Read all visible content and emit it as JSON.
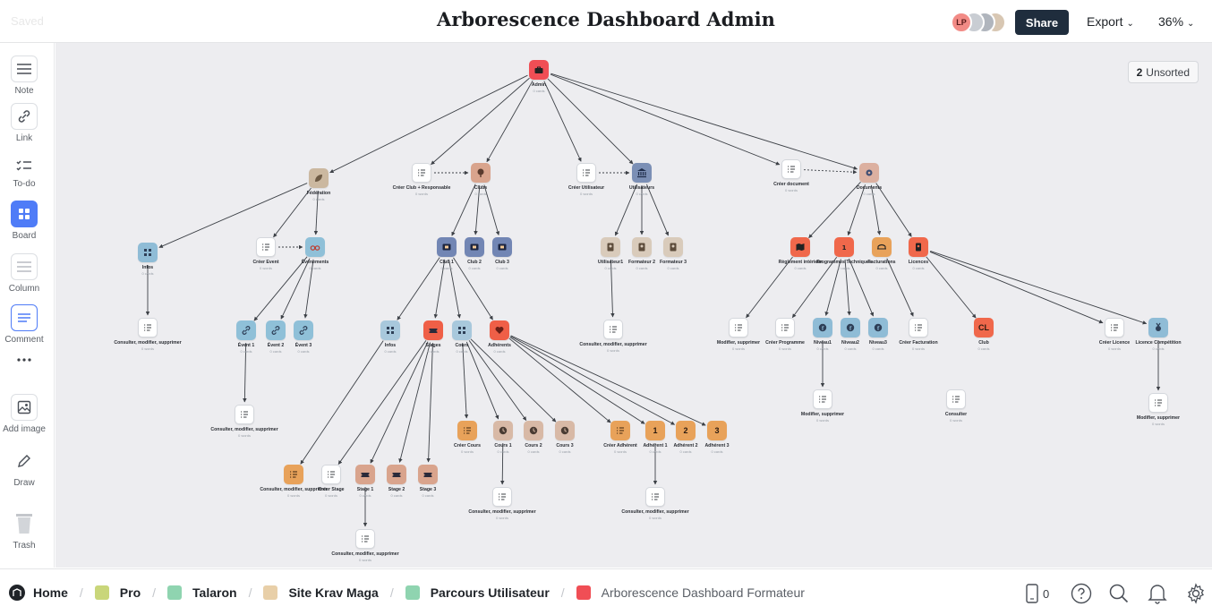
{
  "header": {
    "saved_label": "Saved",
    "title": "Arborescence Dashboard Admin",
    "avatar_initials": "LP",
    "share_label": "Share",
    "export_label": "Export",
    "zoom_label": "36%"
  },
  "toolbar": {
    "note": "Note",
    "link": "Link",
    "todo": "To-do",
    "board": "Board",
    "column": "Column",
    "comment": "Comment",
    "add_image": "Add image",
    "draw": "Draw",
    "trash": "Trash"
  },
  "unsorted": {
    "count": "2",
    "label": "Unsorted"
  },
  "nodes": [
    {
      "id": "admin",
      "label": "Admin",
      "sub": "0 cards",
      "color": "#f04e55",
      "icon": "briefcase"
    },
    {
      "id": "federation",
      "label": "Fédération",
      "sub": "0 cards",
      "color": "#cbb8a0",
      "icon": "leaf"
    },
    {
      "id": "creer_club",
      "label": "Créer Club + Responsable",
      "sub": "0 words",
      "color": "",
      "icon": "doc"
    },
    {
      "id": "clubs",
      "label": "Clubs",
      "sub": "0 cards",
      "color": "#d9a48d",
      "icon": "tree"
    },
    {
      "id": "creer_utilisateur",
      "label": "Créer Utilisateur",
      "sub": "0 words",
      "color": "",
      "icon": "doc"
    },
    {
      "id": "utilisateurs",
      "label": "Utilisateurs",
      "sub": "0 cards",
      "color": "#7b8fb5",
      "icon": "bank"
    },
    {
      "id": "creer_document",
      "label": "Créer document",
      "sub": "0 words",
      "color": "",
      "icon": "doc"
    },
    {
      "id": "documents",
      "label": "Documents",
      "sub": "0 cards",
      "color": "#dcb0a0",
      "icon": "gear"
    },
    {
      "id": "infos_fed",
      "label": "Infos",
      "sub": "0 cards",
      "color": "#8fbcd6",
      "icon": "grid"
    },
    {
      "id": "creer_event",
      "label": "Créer Event",
      "sub": "0 words",
      "color": "",
      "icon": "doc"
    },
    {
      "id": "evenements",
      "label": "Événements",
      "sub": "0 cards",
      "color": "#8fc0d8",
      "icon": "glasses"
    },
    {
      "id": "club1",
      "label": "Club 1",
      "sub": "0 cards",
      "color": "#7286b4",
      "icon": "film"
    },
    {
      "id": "club2",
      "label": "Club 2",
      "sub": "0 cards",
      "color": "#7286b4",
      "icon": "film"
    },
    {
      "id": "club3",
      "label": "Club 3",
      "sub": "0 cards",
      "color": "#7286b4",
      "icon": "film"
    },
    {
      "id": "utilisateur1",
      "label": "Utilisateur1",
      "sub": "0 cards",
      "color": "#d9cbbb",
      "icon": "id"
    },
    {
      "id": "formateur2",
      "label": "Formateur 2",
      "sub": "0 cards",
      "color": "#d9cbbb",
      "icon": "id"
    },
    {
      "id": "formateur3",
      "label": "Formateur 3",
      "sub": "0 cards",
      "color": "#d9cbbb",
      "icon": "id"
    },
    {
      "id": "reglement",
      "label": "Règlement intérieur",
      "sub": "0 cards",
      "color": "#f0684b",
      "icon": "map"
    },
    {
      "id": "programmes",
      "label": "Programmes Techniques",
      "sub": "0 cards",
      "color": "#f0684b",
      "icon": "num"
    },
    {
      "id": "facturations",
      "label": "Facturations",
      "sub": "0 cards",
      "color": "#e8a25a",
      "icon": "bridge"
    },
    {
      "id": "licences",
      "label": "Licences",
      "sub": "0 cards",
      "color": "#f0684b",
      "icon": "badge"
    },
    {
      "id": "consulter_infos_fed",
      "label": "Consulter, modifier, supprimer",
      "sub": "0 words",
      "color": "",
      "icon": "doc"
    },
    {
      "id": "event1",
      "label": "Évent 1",
      "sub": "0 cards",
      "color": "#8fc0d8",
      "icon": "link"
    },
    {
      "id": "event2",
      "label": "Évent 2",
      "sub": "0 cards",
      "color": "#8fc0d8",
      "icon": "link"
    },
    {
      "id": "event3",
      "label": "Évent 3",
      "sub": "0 cards",
      "color": "#8fc0d8",
      "icon": "link"
    },
    {
      "id": "consulter_event1",
      "label": "Consulter, modifier, supprimer",
      "sub": "0 words",
      "color": "",
      "icon": "doc"
    },
    {
      "id": "infos_club",
      "label": "Infos",
      "sub": "0 cards",
      "color": "#a8c8dc",
      "icon": "grid"
    },
    {
      "id": "stages",
      "label": "Stages",
      "sub": "0 cards",
      "color": "#ef5f47",
      "icon": "ticket"
    },
    {
      "id": "cours",
      "label": "Cours",
      "sub": "0 cards",
      "color": "#a8c8dc",
      "icon": "grid"
    },
    {
      "id": "adherents",
      "label": "Adhérents",
      "sub": "0 cards",
      "color": "#ef5f47",
      "icon": "heart"
    },
    {
      "id": "consulter_utilisateur1",
      "label": "Consulter, modifier, supprimer",
      "sub": "0 words",
      "color": "",
      "icon": "doc"
    },
    {
      "id": "modifier_reglement",
      "label": "Modifier, supprimer",
      "sub": "0 words",
      "color": "",
      "icon": "doc"
    },
    {
      "id": "creer_programme",
      "label": "Créer Programme",
      "sub": "0 words",
      "color": "",
      "icon": "doc"
    },
    {
      "id": "niveau1",
      "label": "Niveau1",
      "sub": "0 cards",
      "color": "#8fbcd6",
      "icon": "f"
    },
    {
      "id": "niveau2",
      "label": "Niveau2",
      "sub": "0 cards",
      "color": "#8fbcd6",
      "icon": "f"
    },
    {
      "id": "niveau3",
      "label": "Niveau3",
      "sub": "0 cards",
      "color": "#8fbcd6",
      "icon": "f"
    },
    {
      "id": "creer_facturation",
      "label": "Créer Facturation",
      "sub": "0 words",
      "color": "",
      "icon": "doc"
    },
    {
      "id": "club_cl",
      "label": "Club",
      "sub": "0 cards",
      "color": "#f0684b",
      "icon": "CL"
    },
    {
      "id": "creer_licence",
      "label": "Créer Licence",
      "sub": "0 words",
      "color": "",
      "icon": "doc"
    },
    {
      "id": "licence_competition",
      "label": "Licence Compétition",
      "sub": "0 cards",
      "color": "#8fbcd6",
      "icon": "medal"
    },
    {
      "id": "modifier_niveau1",
      "label": "Modifier, supprimer",
      "sub": "0 words",
      "color": "",
      "icon": "doc"
    },
    {
      "id": "consulter_fact",
      "label": "Consulter",
      "sub": "0 words",
      "color": "",
      "icon": "doc"
    },
    {
      "id": "modifier_licence",
      "label": "Modifier, supprimer",
      "sub": "0 words",
      "color": "",
      "icon": "doc"
    },
    {
      "id": "creer_cours",
      "label": "Créer Cours",
      "sub": "0 words",
      "color": "#e8a25a",
      "icon": "doc-color"
    },
    {
      "id": "cours1",
      "label": "Cours 1",
      "sub": "0 cards",
      "color": "#d8b9a6",
      "icon": "clock"
    },
    {
      "id": "cours2",
      "label": "Cours 2",
      "sub": "0 cards",
      "color": "#d8b9a6",
      "icon": "clock"
    },
    {
      "id": "cours3",
      "label": "Cours 3",
      "sub": "0 cards",
      "color": "#d8b9a6",
      "icon": "clock"
    },
    {
      "id": "creer_adherent",
      "label": "Créer Adhérent",
      "sub": "0 words",
      "color": "#e8a25a",
      "icon": "doc-color"
    },
    {
      "id": "adherent1",
      "label": "Adhérent 1",
      "sub": "0 cards",
      "color": "#e8a25a",
      "icon": "1"
    },
    {
      "id": "adherent2",
      "label": "Adhérent 2",
      "sub": "0 cards",
      "color": "#e8a25a",
      "icon": "2"
    },
    {
      "id": "adherent3",
      "label": "Adhérent 3",
      "sub": "0 cards",
      "color": "#e8a25a",
      "icon": "3"
    },
    {
      "id": "consulter_stages",
      "label": "Consulter, modifier, supprimer",
      "sub": "0 words",
      "color": "#e8a25a",
      "icon": "doc-color"
    },
    {
      "id": "creer_stage",
      "label": "Créer Stage",
      "sub": "0 words",
      "color": "",
      "icon": "doc"
    },
    {
      "id": "stage1",
      "label": "Stage 1",
      "sub": "0 cards",
      "color": "#d9a48d",
      "icon": "ticket"
    },
    {
      "id": "stage2",
      "label": "Stage 2",
      "sub": "0 cards",
      "color": "#d9a48d",
      "icon": "ticket"
    },
    {
      "id": "stage3",
      "label": "Stage 3",
      "sub": "0 cards",
      "color": "#d9a48d",
      "icon": "ticket"
    },
    {
      "id": "consulter_cours1",
      "label": "Consulter, modifier, supprimer",
      "sub": "0 words",
      "color": "",
      "icon": "doc"
    },
    {
      "id": "consulter_adherent1",
      "label": "Consulter, modifier, supprimer",
      "sub": "0 words",
      "color": "",
      "icon": "doc"
    },
    {
      "id": "consulter_stage1",
      "label": "Consulter, modifier, supprimer",
      "sub": "0 words",
      "color": "",
      "icon": "doc"
    }
  ],
  "edges": [
    [
      "admin",
      "federation",
      "solid"
    ],
    [
      "admin",
      "clubs",
      "solid"
    ],
    [
      "admin",
      "utilisateurs",
      "solid"
    ],
    [
      "admin",
      "creer_document",
      "solid"
    ],
    [
      "admin",
      "documents",
      "solid"
    ],
    [
      "admin",
      "creer_club",
      "solid"
    ],
    [
      "admin",
      "creer_utilisateur",
      "solid"
    ],
    [
      "creer_club",
      "clubs",
      "dashed"
    ],
    [
      "creer_utilisateur",
      "utilisateurs",
      "dashed"
    ],
    [
      "creer_document",
      "documents",
      "dashed"
    ],
    [
      "federation",
      "infos_fed",
      "solid"
    ],
    [
      "federation",
      "creer_event",
      "solid"
    ],
    [
      "federation",
      "evenements",
      "solid"
    ],
    [
      "creer_event",
      "evenements",
      "dashed"
    ],
    [
      "clubs",
      "club1",
      "solid"
    ],
    [
      "clubs",
      "club2",
      "solid"
    ],
    [
      "clubs",
      "club3",
      "solid"
    ],
    [
      "utilisateurs",
      "utilisateur1",
      "solid"
    ],
    [
      "utilisateurs",
      "formateur2",
      "solid"
    ],
    [
      "utilisateurs",
      "formateur3",
      "solid"
    ],
    [
      "documents",
      "reglement",
      "solid"
    ],
    [
      "documents",
      "programmes",
      "solid"
    ],
    [
      "documents",
      "facturations",
      "solid"
    ],
    [
      "documents",
      "licences",
      "solid"
    ],
    [
      "infos_fed",
      "consulter_infos_fed",
      "solid"
    ],
    [
      "evenements",
      "event1",
      "solid"
    ],
    [
      "evenements",
      "event2",
      "solid"
    ],
    [
      "evenements",
      "event3",
      "solid"
    ],
    [
      "event1",
      "consulter_event1",
      "solid"
    ],
    [
      "club1",
      "infos_club",
      "solid"
    ],
    [
      "club1",
      "stages",
      "solid"
    ],
    [
      "club1",
      "cours",
      "solid"
    ],
    [
      "club1",
      "adherents",
      "solid"
    ],
    [
      "utilisateur1",
      "consulter_utilisateur1",
      "solid"
    ],
    [
      "reglement",
      "modifier_reglement",
      "solid"
    ],
    [
      "programmes",
      "creer_programme",
      "solid"
    ],
    [
      "programmes",
      "niveau1",
      "solid"
    ],
    [
      "programmes",
      "niveau2",
      "solid"
    ],
    [
      "programmes",
      "niveau3",
      "solid"
    ],
    [
      "facturations",
      "creer_facturation",
      "solid"
    ],
    [
      "licences",
      "club_cl",
      "solid"
    ],
    [
      "licences",
      "creer_licence",
      "solid"
    ],
    [
      "licences",
      "licence_competition",
      "solid"
    ],
    [
      "niveau1",
      "modifier_niveau1",
      "solid"
    ],
    [
      "licence_competition",
      "modifier_licence",
      "solid"
    ],
    [
      "infos_club",
      "consulter_stages",
      "solid"
    ],
    [
      "stages",
      "creer_stage",
      "solid"
    ],
    [
      "stages",
      "stage1",
      "solid"
    ],
    [
      "stages",
      "stage2",
      "solid"
    ],
    [
      "stages",
      "stage3",
      "solid"
    ],
    [
      "cours",
      "creer_cours",
      "solid"
    ],
    [
      "cours",
      "cours1",
      "solid"
    ],
    [
      "cours",
      "cours2",
      "solid"
    ],
    [
      "cours",
      "cours3",
      "solid"
    ],
    [
      "adherents",
      "creer_adherent",
      "solid"
    ],
    [
      "adherents",
      "adherent1",
      "solid"
    ],
    [
      "adherents",
      "adherent2",
      "solid"
    ],
    [
      "adherents",
      "adherent3",
      "solid"
    ],
    [
      "cours1",
      "consulter_cours1",
      "solid"
    ],
    [
      "adherent1",
      "consulter_adherent1",
      "solid"
    ],
    [
      "stage1",
      "consulter_stage1",
      "solid"
    ]
  ],
  "breadcrumb": [
    {
      "label": "Home",
      "color": ""
    },
    {
      "label": "Pro",
      "color": "#c9d67a"
    },
    {
      "label": "Talaron",
      "color": "#8fd4b0"
    },
    {
      "label": "Site Krav Maga",
      "color": "#e8cfa8"
    },
    {
      "label": "Parcours Utilisateur",
      "color": "#8fd4b0"
    },
    {
      "label": "Arborescence Dashboard Formateur",
      "color": "#f04e55"
    }
  ],
  "bottom_icons": {
    "device_count": "0"
  }
}
